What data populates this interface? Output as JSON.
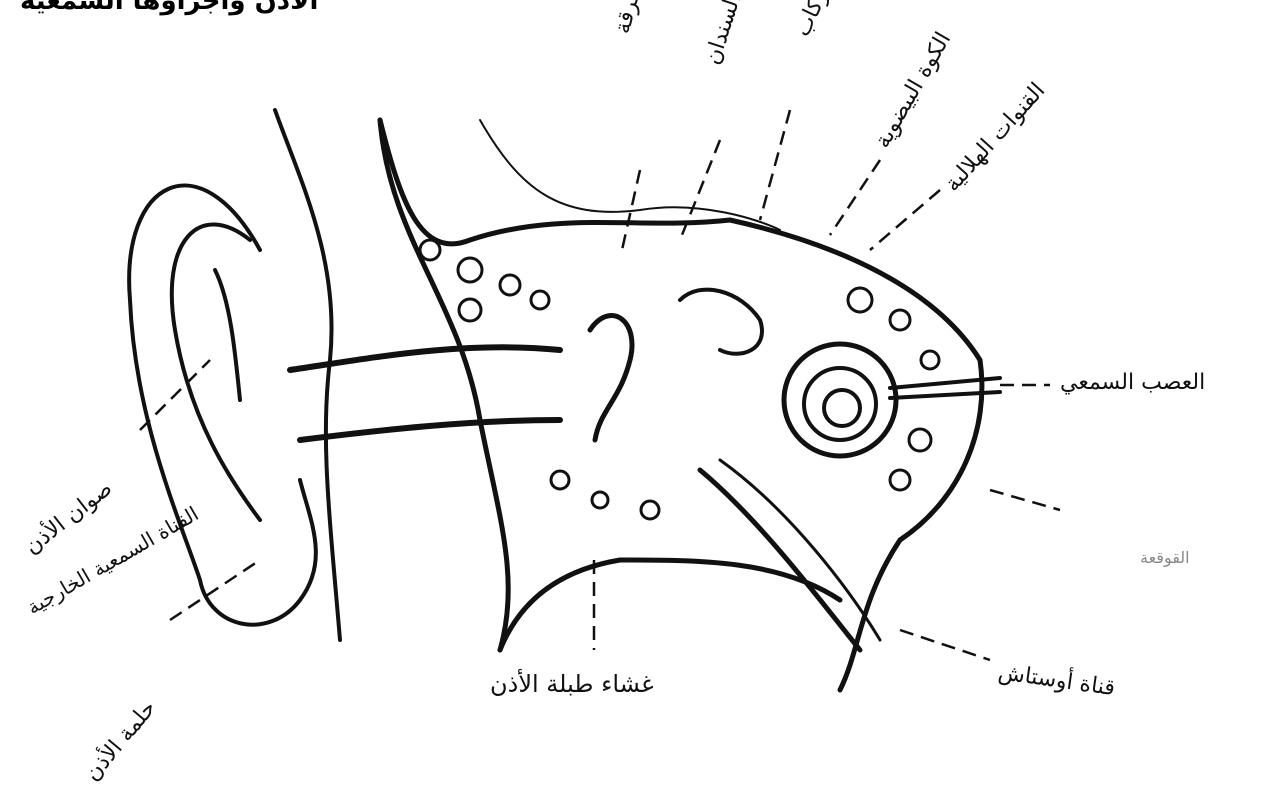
{
  "title": "الأذن وأجزاؤها السمعية",
  "labels": {
    "hammer": "المطرقة",
    "anvil": "السندان",
    "stirrup": "الركاب",
    "oval_window": "الكوة البيضوية",
    "semicircular_canals": "القنوات الهلالية",
    "auditory_nerve": "العصب السمعي",
    "cochlea": "القوقعة",
    "eustachian_tube": "قناة أوستاش",
    "eardrum": "غشاء طبلة الأذن",
    "earwax_glands": "صوان الأذن",
    "external_canal": "القناة السمعية الخارجية",
    "earlobe": "حلمة الأذن"
  },
  "colors": {
    "ink": "#111111",
    "paper": "#ffffff"
  }
}
